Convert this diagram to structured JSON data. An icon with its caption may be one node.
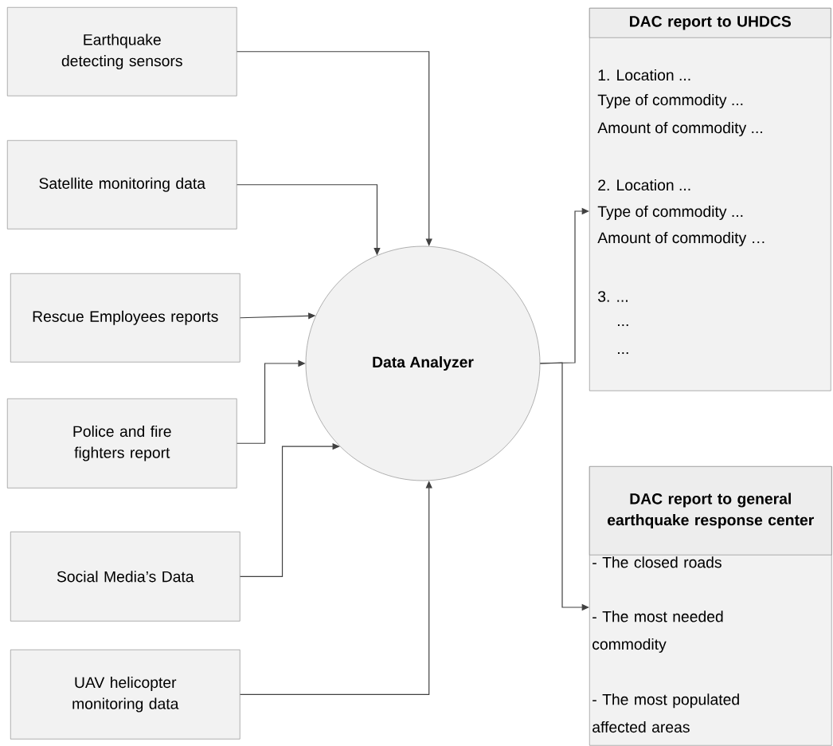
{
  "diagram": {
    "nodes": [
      {
        "text": [
          "Earthquake detecting sensors"
        ]
      },
      {
        "text": [
          "Satellite monitoring data"
        ]
      },
      {
        "text": [
          "Rescue Employees reports"
        ]
      },
      {
        "text": [
          "Police and fire fighters report"
        ]
      },
      {
        "text": [
          "Social Media’s Data"
        ]
      },
      {
        "text": [
          "UAV helicopter monitoring data"
        ]
      },
      {
        "text": [
          "Data Analyzer"
        ]
      },
      {
        "text": [
          "DAC report to UHDCS",
          "1. Location ...",
          "Type of commodity ...",
          "Amount of commodity ...",
          "2. Location ...",
          "Type of commodity ...",
          "Amount of commodity …",
          "3. ...",
          "...",
          "..."
        ]
      },
      {
        "text": [
          "DAC report to general earthquake response center",
          "- The closed roads",
          "- The most needed commodity",
          "- The most populated affected areas"
        ]
      }
    ],
    "edges": [
      {
        "from": 0,
        "to": 6,
        "arrow": "to"
      },
      {
        "from": 1,
        "to": 6,
        "arrow": "to"
      },
      {
        "from": 2,
        "to": 6,
        "arrow": "to"
      },
      {
        "from": 3,
        "to": 6,
        "arrow": "to"
      },
      {
        "from": 4,
        "to": 6,
        "arrow": "to"
      },
      {
        "from": 5,
        "to": 6,
        "arrow": "to"
      },
      {
        "from": 6,
        "to": 7,
        "arrow": "to"
      },
      {
        "from": 6,
        "to": 8,
        "arrow": "to"
      }
    ]
  }
}
